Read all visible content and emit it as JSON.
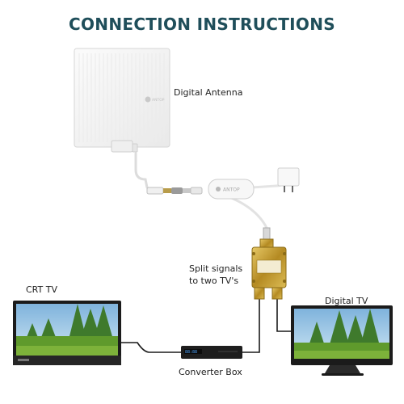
{
  "title": "CONNECTION INSTRUCTIONS",
  "labels": {
    "digital_antenna": "Digital Antenna",
    "split_signals_line1": "Split signals",
    "split_signals_line2": "to two TV's",
    "crt_tv": "CRT TV",
    "digital_tv": "Digital TV",
    "converter_box": "Converter Box"
  },
  "brand": "ANTOP",
  "converter_display": "88:88",
  "colors": {
    "title": "#1f4e5a",
    "cable": "#1a1a1a",
    "antenna_panel": "#f4f4f4",
    "splitter": "#c9a53a",
    "tv_frame": "#1b1b1b",
    "screen_sky": "#9fcbe6",
    "screen_grass": "#5f9a2c"
  },
  "icons": [
    "antenna-logo-icon",
    "power-plug-icon",
    "amplifier-logo-icon"
  ]
}
